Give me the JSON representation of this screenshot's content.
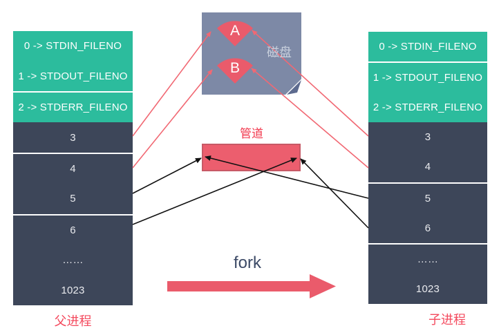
{
  "disk": {
    "label": "磁盘",
    "node_a_label": "A",
    "node_b_label": "B"
  },
  "pipe": {
    "label": "管道"
  },
  "fork": {
    "label": "fork"
  },
  "parent_table": {
    "caption": "父进程",
    "rows": [
      "0 -> STDIN_FILENO",
      "1 -> STDOUT_FILENO",
      "2 -> STDERR_FILENO",
      "3",
      "4",
      "5",
      "6",
      "……",
      "1023"
    ]
  },
  "child_table": {
    "caption": "子进程",
    "rows": [
      "0 -> STDIN_FILENO",
      "1 -> STDOUT_FILENO",
      "2 -> STDERR_FILENO",
      "3",
      "4",
      "5",
      "6",
      "……",
      "1023"
    ]
  },
  "colors": {
    "table_green": "#2CBC9D",
    "table_dark": "#3D4659",
    "accent_red": "#EA5B6B",
    "connector_red": "#F16873",
    "connector_black": "#111111",
    "label_red": "#F4495D",
    "disk_gray_blue": "#7D89A6",
    "fork_text_navy": "#3C4A66"
  }
}
